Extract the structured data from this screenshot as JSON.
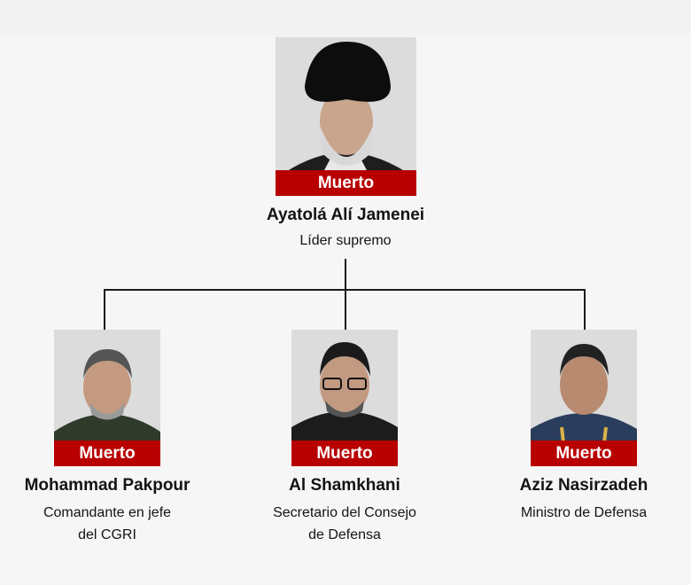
{
  "status_label": "Muerto",
  "colors": {
    "status": "#b80000",
    "connector": "#1a1a1a"
  },
  "leader": {
    "name": "Ayatolá Alí Jamenei",
    "role": "Líder supremo",
    "status": "Muerto"
  },
  "subordinates": [
    {
      "name": "Mohammad Pakpour",
      "role_lines": [
        "Comandante en jefe",
        "del CGRI"
      ],
      "status": "Muerto"
    },
    {
      "name": "Al Shamkhani",
      "role_lines": [
        "Secretario del Consejo",
        "de Defensa"
      ],
      "status": "Muerto"
    },
    {
      "name": "Aziz Nasirzadeh",
      "role_lines": [
        "Ministro de Defensa"
      ],
      "status": "Muerto"
    }
  ]
}
